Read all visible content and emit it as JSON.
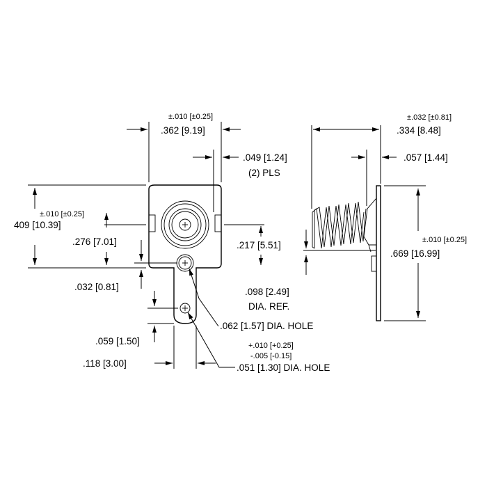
{
  "front_view": {
    "tol_width": "±.010 [±0.25]",
    "width": ".362 [9.19]",
    "slot_width": ".049 [1.24]",
    "slot_qty": "(2) PLS",
    "tol_height": "±.010 [±0.25]",
    "height": "409 [10.39]",
    "center_height": ".276 [7.01]",
    "slot_height": ".217 [5.51]",
    "hole_offset": ".032 [0.81]",
    "tab_hole_offset": ".059 [1.50]",
    "tab_width": ".118 [3.00]",
    "upper_hole": ".062 [1.57] DIA. HOLE",
    "hole_tol_plus": "+.010 [+0.25]",
    "hole_tol_minus": "-.005 [-0.15]",
    "lower_hole": ".051 [1.30] DIA. HOLE"
  },
  "side_view": {
    "tol_depth": "±.032 [±0.81]",
    "depth": ".334 [8.48]",
    "plate_thickness": ".057 [1.44]",
    "tol_height": "±.010 [±0.25]",
    "height": ".669 [16.99]",
    "spring_dia": ".098 [2.49]",
    "spring_dia_note": "DIA.  REF."
  }
}
